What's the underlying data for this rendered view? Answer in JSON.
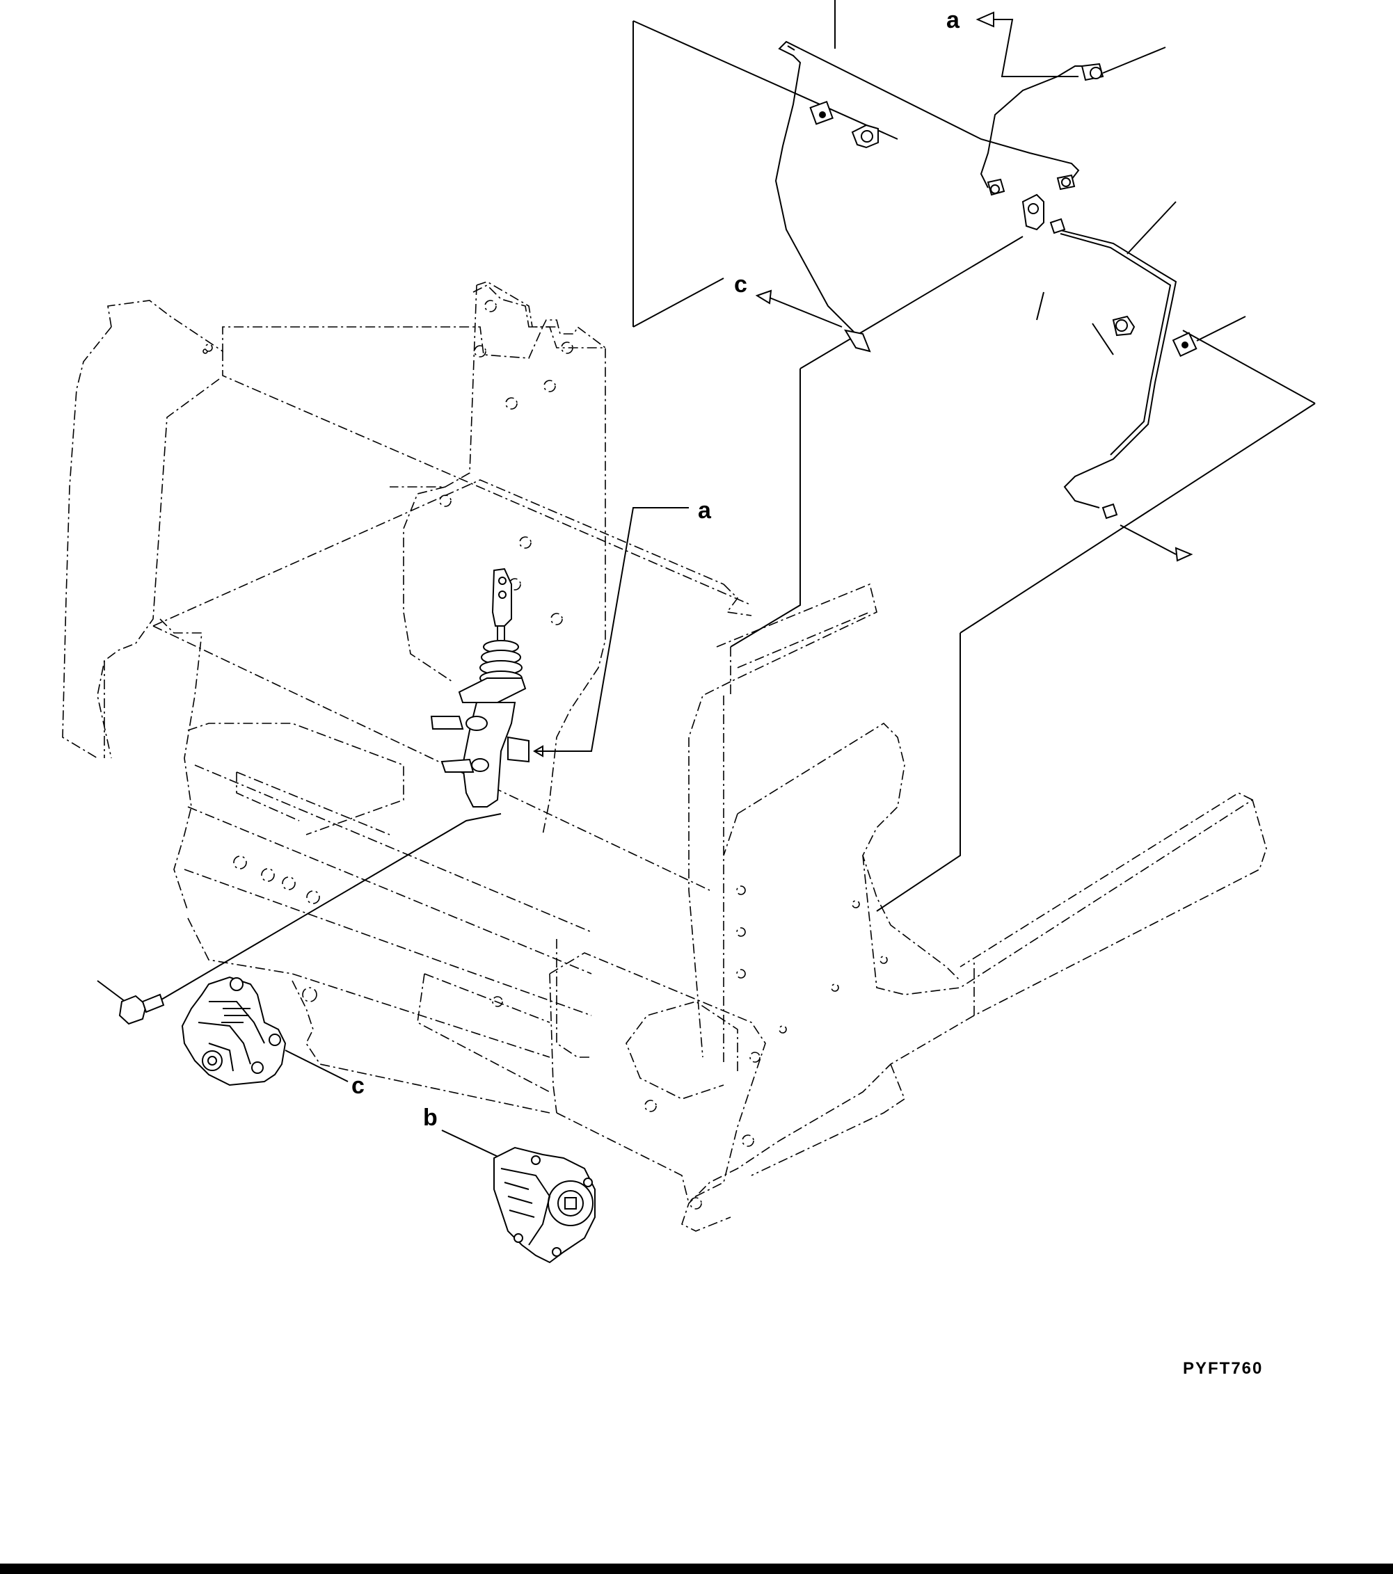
{
  "labels": {
    "a_top": "a",
    "c_top": "c",
    "a_mid": "a",
    "c_bottom": "c",
    "b_bottom": "b"
  },
  "drawing_code": "PYFT760"
}
